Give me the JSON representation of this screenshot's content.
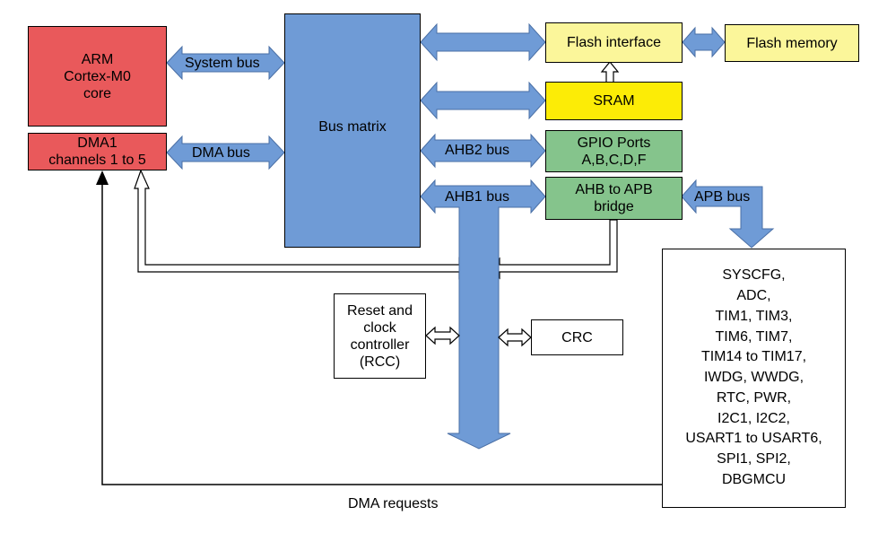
{
  "blocks": {
    "cpu": [
      "ARM",
      "Cortex-M0",
      "core"
    ],
    "dma": [
      "DMA1",
      "channels 1 to 5"
    ],
    "bus_matrix": "Bus matrix",
    "flash_interface": "Flash interface",
    "flash_memory": "Flash memory",
    "sram": "SRAM",
    "gpio": [
      "GPIO Ports",
      "A,B,C,D,F"
    ],
    "ahb_apb_bridge": [
      "AHB to APB",
      "bridge"
    ],
    "rcc": [
      "Reset and",
      "clock",
      "controller",
      "(RCC)"
    ],
    "crc": "CRC",
    "peripherals": [
      "SYSCFG,",
      "ADC,",
      "TIM1, TIM3,",
      "TIM6, TIM7,",
      "TIM14 to TIM17,",
      "IWDG, WWDG,",
      "RTC, PWR,",
      "I2C1, I2C2,",
      "USART1 to USART6,",
      "SPI1, SPI2,",
      "DBGMCU"
    ]
  },
  "buses": {
    "system_bus": "System bus",
    "dma_bus": "DMA bus",
    "ahb2_bus": "AHB2 bus",
    "ahb1_bus": "AHB1 bus",
    "apb_bus": "APB bus",
    "dma_requests": "DMA requests"
  },
  "colors": {
    "core": "#e9595b",
    "bus": "#6f9bd6",
    "flash": "#fbf69a",
    "sram": "#fcec06",
    "ahb_peripheral": "#85c48c"
  }
}
